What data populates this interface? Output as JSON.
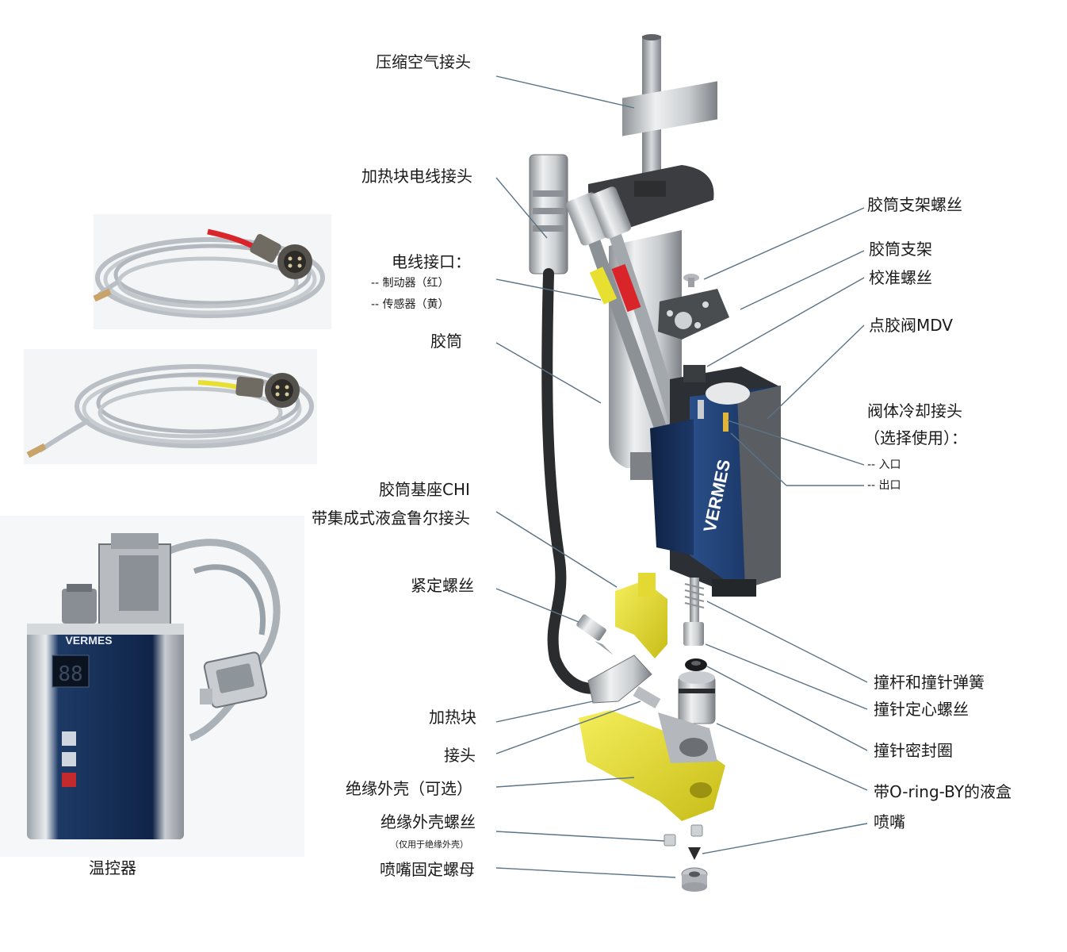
{
  "labels": {
    "compressed_air_connector": "压缩空气接头",
    "heater_cable_connector": "加热块电线接头",
    "cable_interface": "电线接口：",
    "cable_brake": "--  制动器（红）",
    "cable_sensor": "--  传感器（黄）",
    "cartridge": "胶筒",
    "cartridge_base_1": "胶筒基座CHI",
    "cartridge_base_2": "带集成式液盒鲁尔接头",
    "set_screw": "紧定螺丝",
    "heater_block": "加热块",
    "connector": "接头",
    "insulation_shell": "绝缘外壳（可选）",
    "insulation_screw": "绝缘外壳螺丝",
    "insulation_screw_note": "（仅用于绝缘外壳）",
    "nozzle_nut": "喷嘴固定螺母",
    "holder_screw": "胶筒支架螺丝",
    "holder": "胶筒支架",
    "calibration_screw": "校准螺丝",
    "valve_mdv": "点胶阀MDV",
    "cooling_connector_1": "阀体冷却接头",
    "cooling_connector_2": "（选择使用）：",
    "cooling_inlet": "-- 入口",
    "cooling_outlet": "-- 出口",
    "tappet_spring": "撞杆和撞针弹簧",
    "tappet_centering_screw": "撞针定心螺丝",
    "tappet_seal": "撞针密封圈",
    "fluid_box": "带O-ring-BY的液盒",
    "nozzle": "喷嘴",
    "temp_controller": "温控器"
  },
  "branding": {
    "valve_brand": "VERMES",
    "controller_brand": "VERMES",
    "display_digits": "88"
  },
  "colors": {
    "leader_line": "#5b7386",
    "valve_blue": "#1f3f73",
    "yellow_part": "#e8e030",
    "cable_grey": "#b9bfc4",
    "red_band": "#d9252a"
  }
}
